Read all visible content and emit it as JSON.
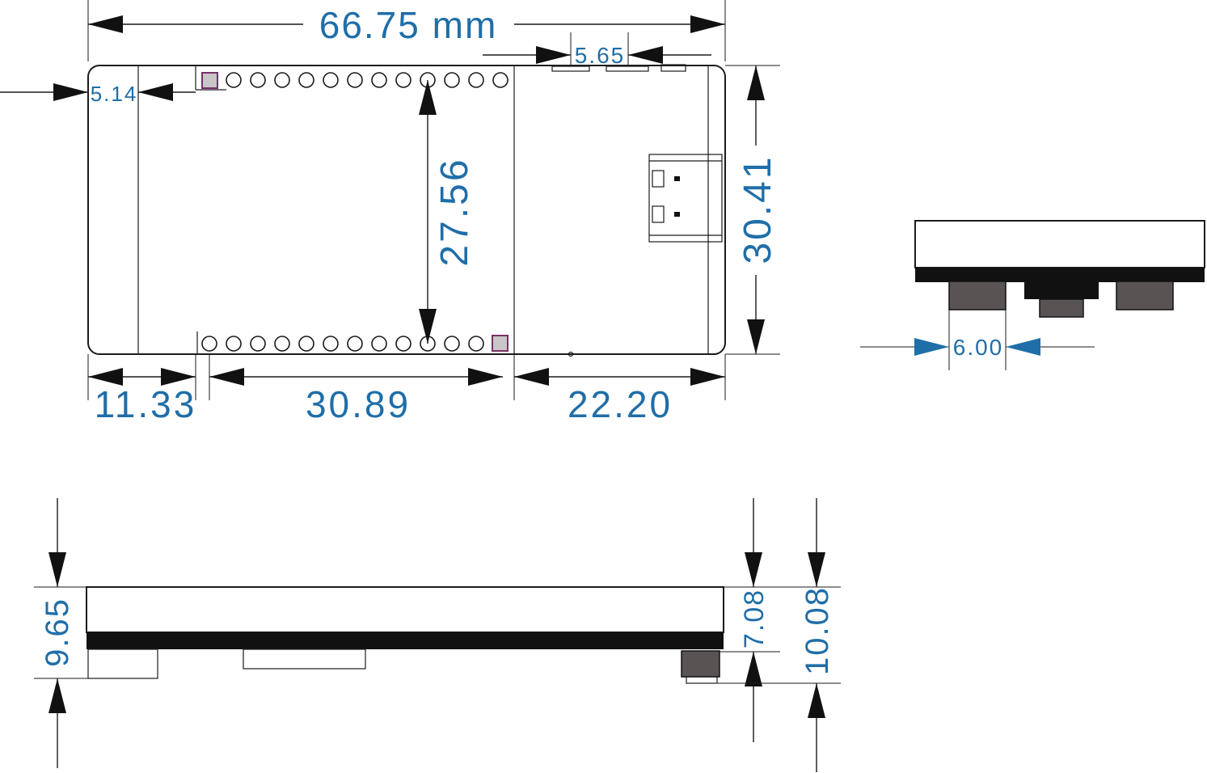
{
  "colors": {
    "dimension_text": "#1f6ea8",
    "line": "#1b1b1b",
    "pad_fill": "#c9c6c6",
    "pad_border": "#7a2f6a",
    "component_dark": "#595353",
    "pcb_layer": "#111111"
  },
  "top_view": {
    "overall_width": "66.75 mm",
    "header_offset": "5.14",
    "connector_width": "5.65",
    "pin_row_spacing": "27.56",
    "overall_height": "30.41",
    "left_margin": "11.33",
    "pin_row_length": "30.89",
    "right_section": "22.20"
  },
  "end_view": {
    "connector_width": "6.00"
  },
  "side_view": {
    "left_height": "9.65",
    "board_height": "7.08",
    "total_height": "10.08"
  }
}
